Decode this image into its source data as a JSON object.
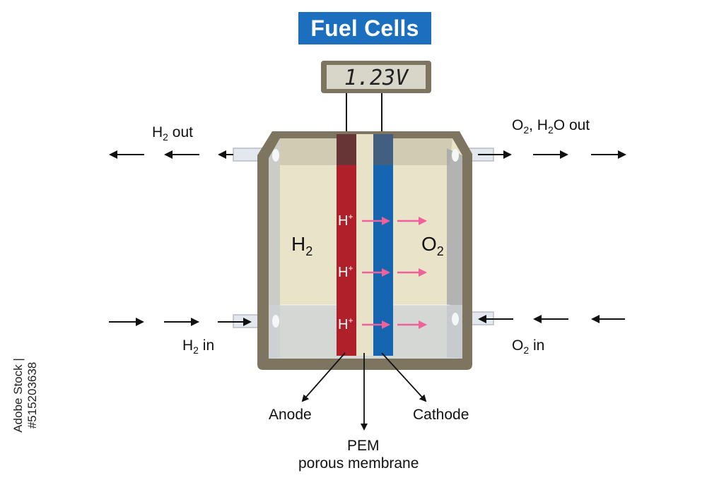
{
  "title": "Fuel Cells",
  "voltmeter": {
    "reading": "1.23V"
  },
  "ports": {
    "h2_out": {
      "label": "H",
      "sub": "2",
      "suffix": " out"
    },
    "o2_h2o_out": {
      "a": "O",
      "a_sub": "2",
      "mid": ", H",
      "b_sub": "2",
      "suffix": "O out"
    },
    "h2_in": {
      "label": "H",
      "sub": "2",
      "suffix": " in"
    },
    "o2_in": {
      "label": "O",
      "sub": "2",
      "suffix": " in"
    }
  },
  "chambers": {
    "anode_gas": {
      "label": "H",
      "sub": "2"
    },
    "cathode_gas": {
      "label": "O",
      "sub": "2"
    }
  },
  "ions": [
    {
      "label": "H",
      "sup": "+"
    },
    {
      "label": "H",
      "sup": "+"
    },
    {
      "label": "H",
      "sup": "+"
    }
  ],
  "parts": {
    "anode": "Anode",
    "cathode": "Cathode",
    "pem_line1": "PEM",
    "pem_line2": "porous membrane"
  },
  "side_text": "Adobe Stock | #515203638",
  "colors": {
    "title_bg": "#1c6fbf",
    "anode": "#b0202a",
    "cathode": "#1565b0",
    "ion_arrow": "#f0609a",
    "casing": "#7d7560",
    "membrane": "#e8e2c8"
  }
}
